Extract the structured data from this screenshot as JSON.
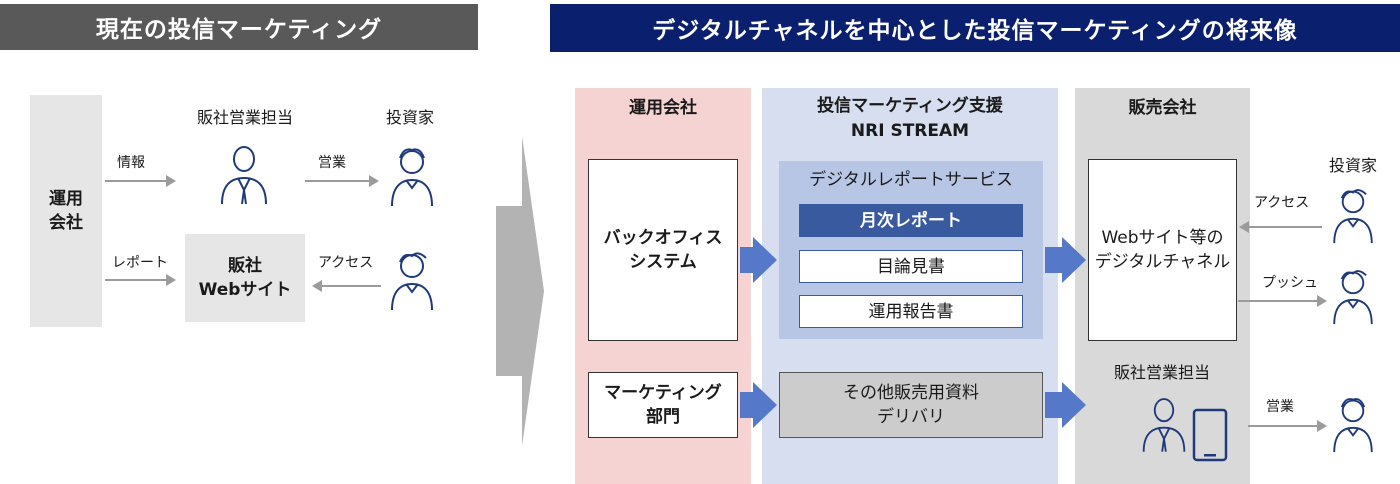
{
  "left": {
    "banner": "現在の投信マーケティング",
    "company": "運用\n会社",
    "sales_rep_label": "販社営業担当",
    "investor_label": "投資家",
    "info_label": "情報",
    "sales_label": "営業",
    "report_label": "レポート",
    "access_label": "アクセス",
    "site_box": "販社\nWebサイト"
  },
  "right": {
    "banner": "デジタルチャネルを中心とした投信マーケティングの将来像",
    "col1_header": "運用会社",
    "col2_header": "投信マーケティング支援\nNRI STREAM",
    "col3_header": "販売会社",
    "backoffice": "バックオフィス\nシステム",
    "marketing_dept": "マーケティング\n部門",
    "digital_report_service": "デジタルレポートサービス",
    "monthly_report": "月次レポート",
    "prospectus": "目論見書",
    "operation_report": "運用報告書",
    "other_materials": "その他販売用資料\nデリバリ",
    "web_channels": "Webサイト等の\nデジタルチャネル",
    "sales_rep_label": "販社営業担当",
    "investor_label": "投資家",
    "access_label": "アクセス",
    "push_label": "プッシュ",
    "sales_label": "営業"
  },
  "colors": {
    "left_banner": "#595959",
    "right_banner": "#0a1f6e",
    "col1_bg": "#f6d3d3",
    "col2_bg": "#d6deef",
    "col3_bg": "#d9d9d9",
    "accent_blue": "#5678c9",
    "monthly_report_fill": "#3a5aa0"
  },
  "icons": [
    "businessman-icon",
    "investor-icon",
    "tablet-icon",
    "big-transition-arrow"
  ]
}
